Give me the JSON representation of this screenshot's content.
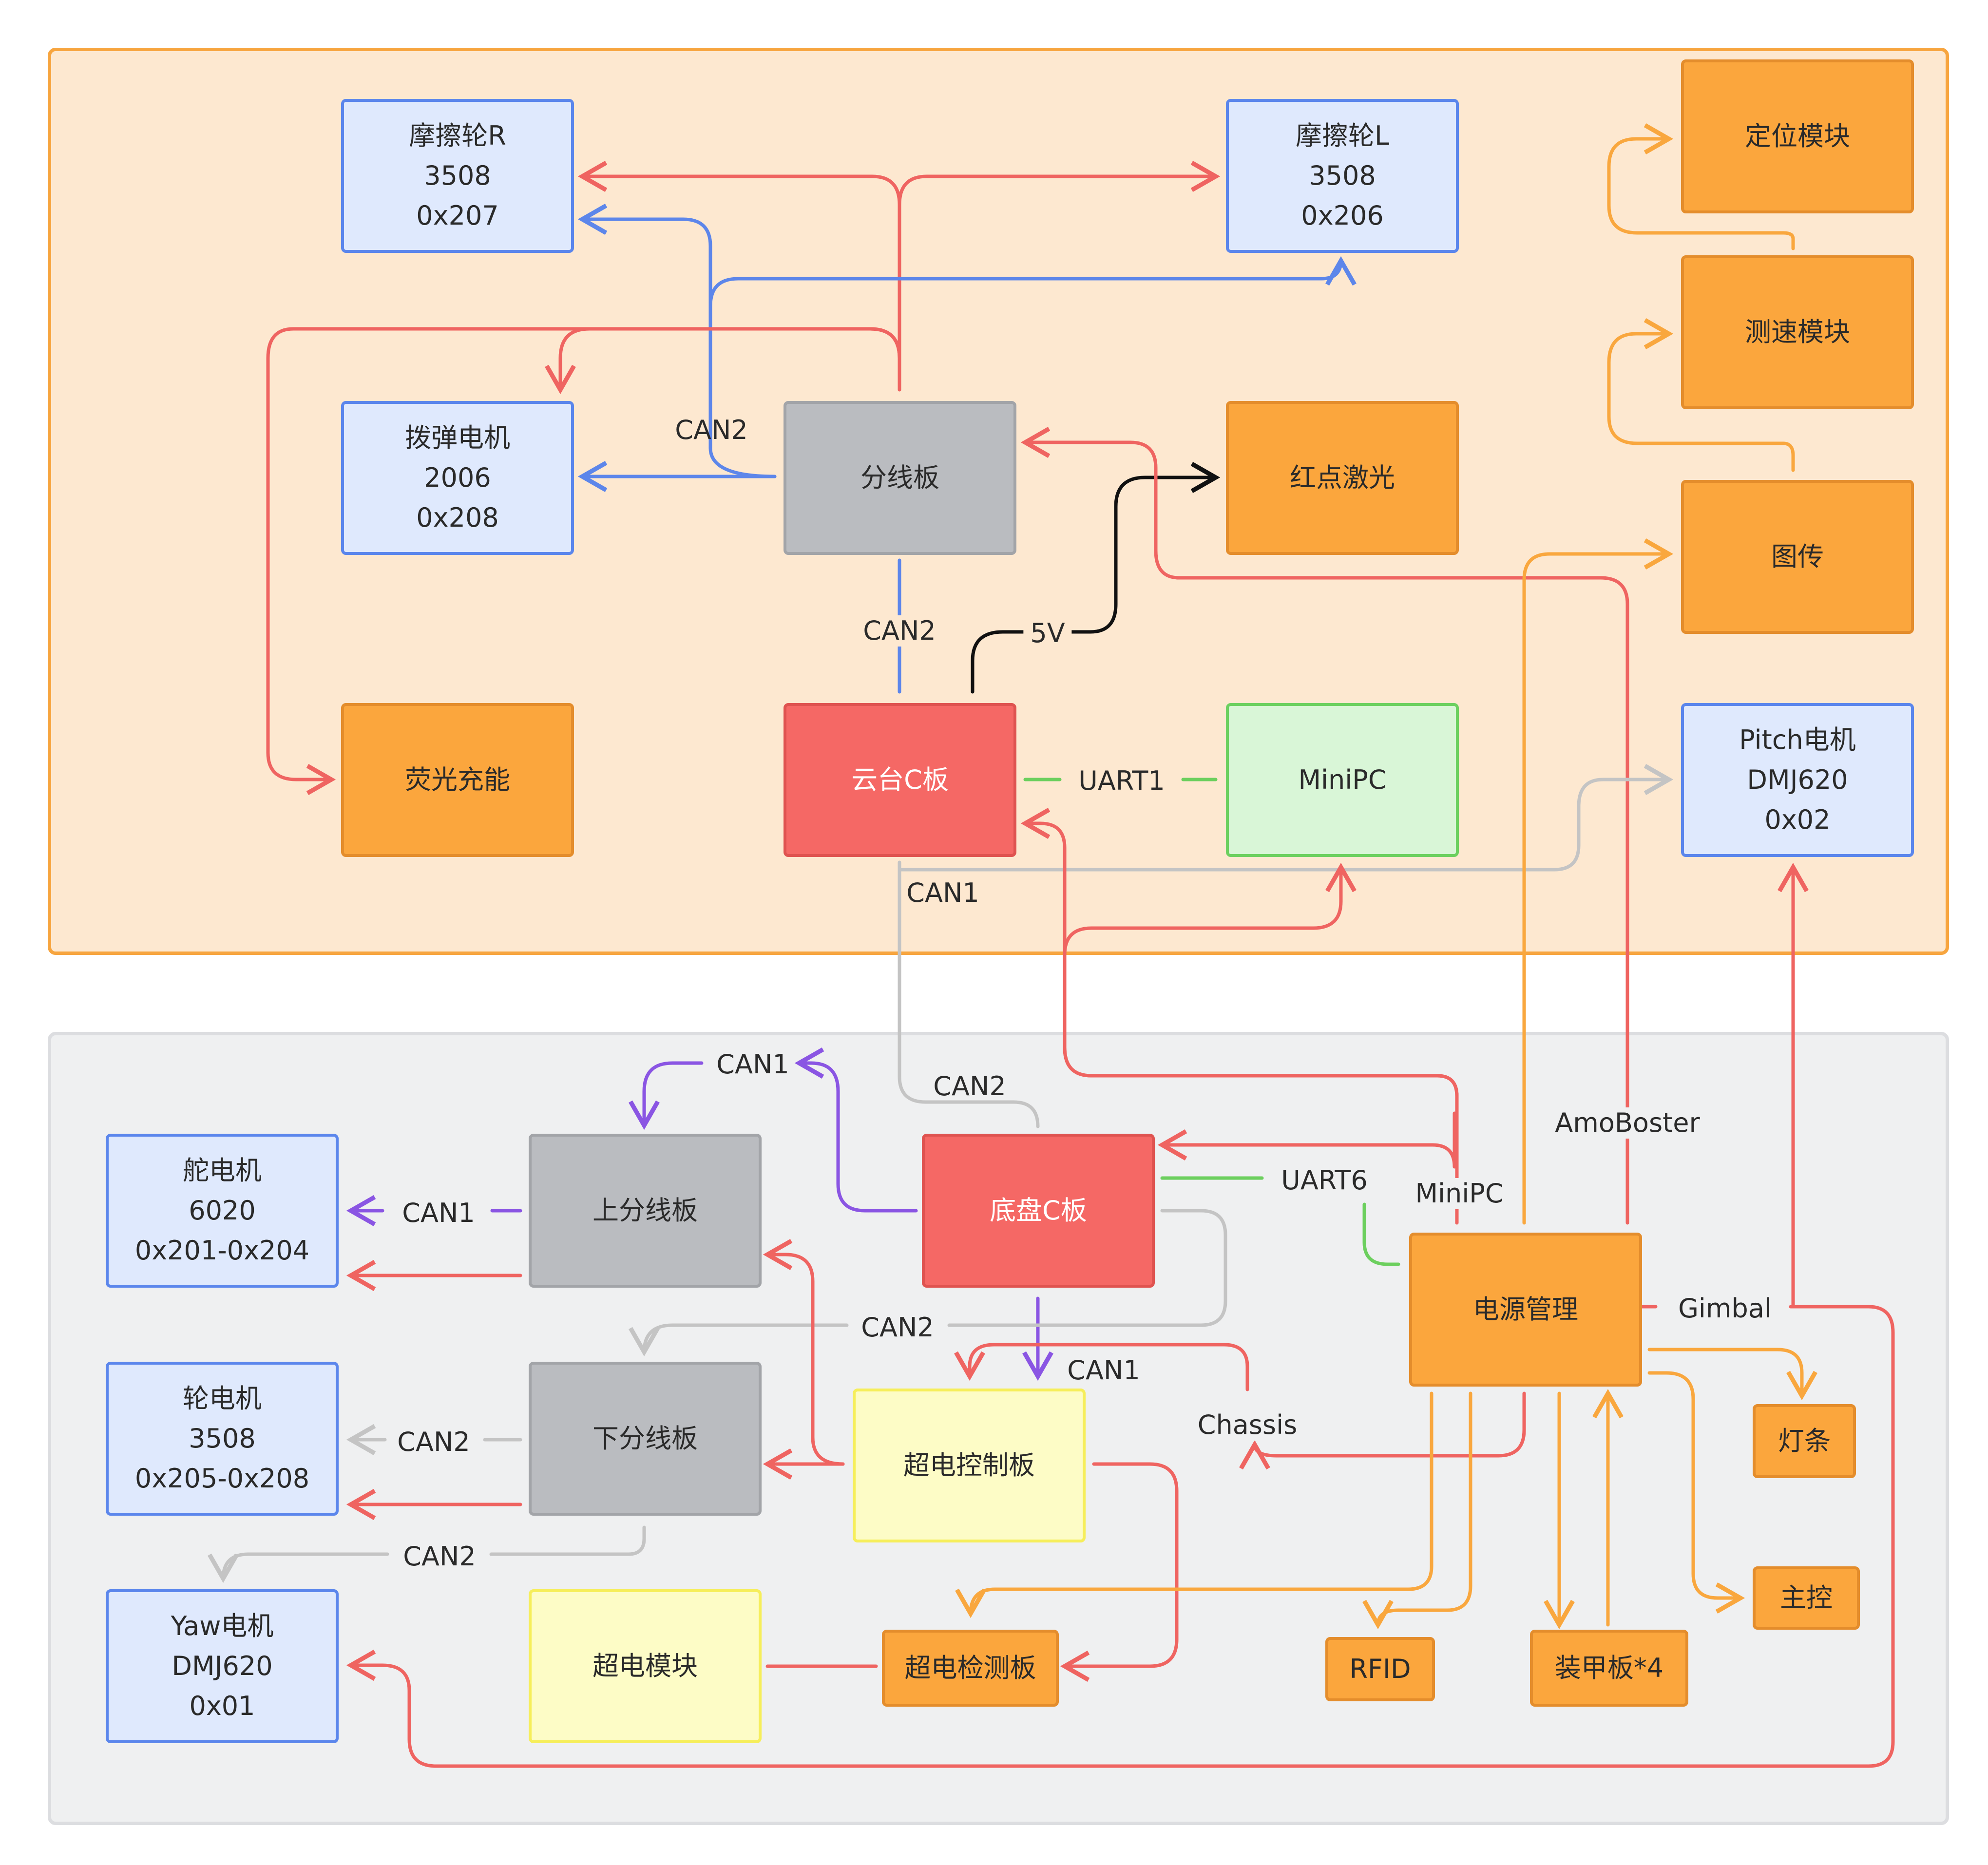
{
  "colors": {
    "top_region_fill": "#fde8d0",
    "top_region_border": "#f7a53f",
    "bottom_region_fill": "#eff0f1",
    "bottom_region_border": "#dcdde0",
    "wire_red": "#ef6461",
    "wire_blue": "#5d86ea",
    "wire_gray": "#c4c4c4",
    "wire_purple": "#8a55e3",
    "wire_green": "#6ccf5e",
    "wire_orange": "#f9a73e",
    "wire_black": "#111111"
  },
  "nodes": {
    "friction_r": [
      "摩擦轮R",
      "3508",
      "0x207"
    ],
    "friction_l": [
      "摩擦轮L",
      "3508",
      "0x206"
    ],
    "locator": [
      "定位模块"
    ],
    "speed": [
      "测速模块"
    ],
    "trigger": [
      "拨弹电机",
      "2006",
      "0x208"
    ],
    "splitter": [
      "分线板"
    ],
    "red_laser": [
      "红点激光"
    ],
    "img_tx": [
      "图传"
    ],
    "fluor": [
      "荧光充能"
    ],
    "gimbal_c": [
      "云台C板"
    ],
    "minipc": [
      "MiniPC"
    ],
    "pitch": [
      "Pitch电机",
      "DMJ620",
      "0x02"
    ],
    "steer": [
      "舵电机",
      "6020",
      "0x201-0x204"
    ],
    "upper_split": [
      "上分线板"
    ],
    "chassis_c": [
      "底盘C板"
    ],
    "wheel": [
      "轮电机",
      "3508",
      "0x205-0x208"
    ],
    "lower_split": [
      "下分线板"
    ],
    "supercap_ctrl": [
      "超电控制板"
    ],
    "power_mgmt": [
      "电源管理"
    ],
    "light_bar": [
      "灯条"
    ],
    "main_ctrl": [
      "主控"
    ],
    "yaw": [
      "Yaw电机",
      "DMJ620",
      "0x01"
    ],
    "supercap_module": [
      "超电模块"
    ],
    "supercap_detect": [
      "超电检测板"
    ],
    "rfid": [
      "RFID"
    ],
    "armor": [
      "装甲板*4"
    ]
  },
  "edge_labels": {
    "can2_splitter_left": "CAN2",
    "can2_splitter_gimbal": "CAN2",
    "v5": "5V",
    "uart1": "UART1",
    "can1_gimbal": "CAN1",
    "can1_top": "CAN1",
    "can2_chassis": "CAN2",
    "amobooster": "AmoBoster",
    "can1_steer": "CAN1",
    "uart6": "UART6",
    "minipc_pm": "MiniPC",
    "can2_mid": "CAN2",
    "gimbal_pm": "Gimbal",
    "can1_supercap": "CAN1",
    "can2_wheel": "CAN2",
    "chassis_pm": "Chassis",
    "can2_yaw": "CAN2"
  }
}
